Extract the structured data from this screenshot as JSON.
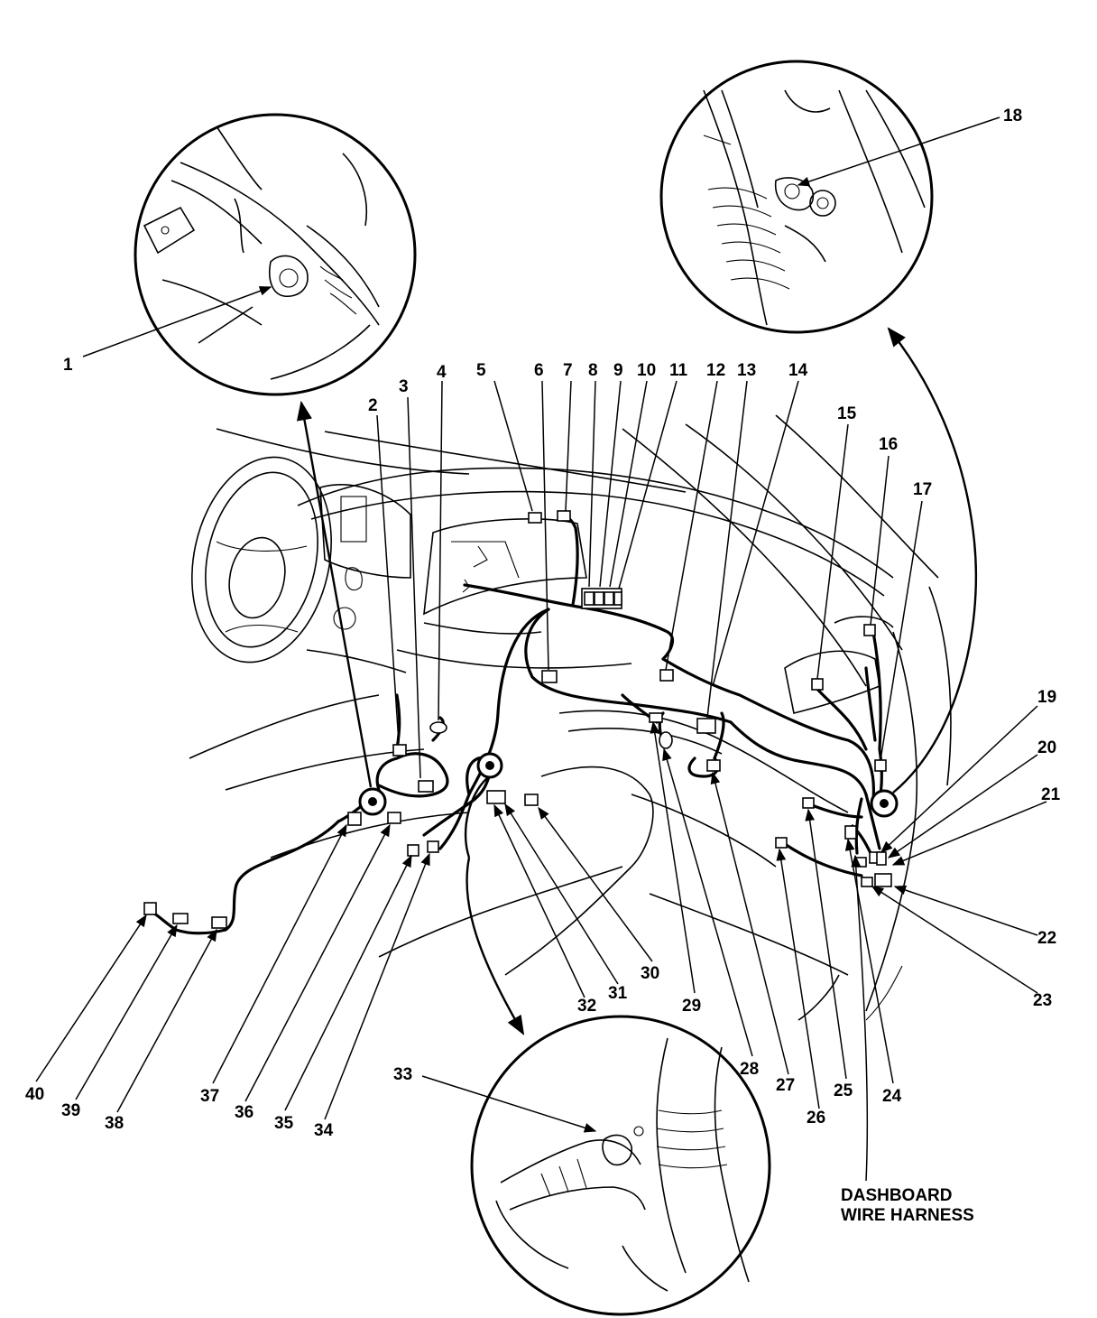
{
  "diagram": {
    "harness_label_line1": "DASHBOARD",
    "harness_label_line2": "WIRE HARNESS",
    "callouts": [
      "1",
      "2",
      "3",
      "4",
      "5",
      "6",
      "7",
      "8",
      "9",
      "10",
      "11",
      "12",
      "13",
      "14",
      "15",
      "16",
      "17",
      "18",
      "19",
      "20",
      "21",
      "22",
      "23",
      "24",
      "25",
      "26",
      "27",
      "28",
      "29",
      "30",
      "31",
      "32",
      "33",
      "34",
      "35",
      "36",
      "37",
      "38",
      "39",
      "40"
    ]
  }
}
